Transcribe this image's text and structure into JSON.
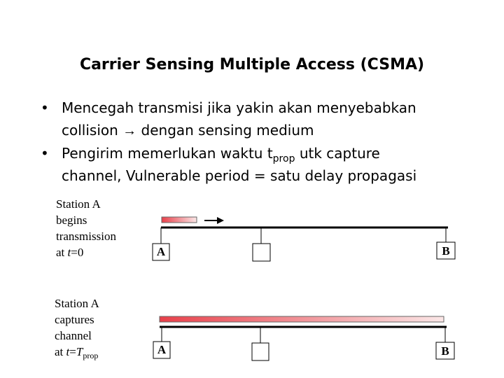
{
  "title": "Carrier Sensing Multiple Access (CSMA)",
  "bullets": [
    {
      "dot": "•",
      "line1": "Mencegah transmisi jika yakin akan menyebabkan",
      "line2_a": "collision ",
      "arrow": "→",
      "line2_b": " dengan sensing medium"
    },
    {
      "dot": "•",
      "line1_a": "Pengirim memerlukan waktu t",
      "line1_sub": "prop",
      "line1_b": " utk capture",
      "line2": "channel, Vulnerable period = satu delay propagasi"
    }
  ],
  "panel1": {
    "caption": [
      "Station A",
      "begins",
      "transmission"
    ],
    "caption_at": "at ",
    "caption_var": "t",
    "caption_eq": "=0",
    "label_a": "A",
    "label_b": "B"
  },
  "panel2": {
    "caption": [
      "Station A",
      "captures",
      "channel"
    ],
    "caption_at": "at ",
    "caption_var": "t",
    "caption_eq": "=",
    "caption_T": "T",
    "caption_sub": "prop",
    "label_a": "A",
    "label_b": "B"
  },
  "colors": {
    "signal_start": "#e8404a",
    "signal_end": "#fbe7e7"
  }
}
